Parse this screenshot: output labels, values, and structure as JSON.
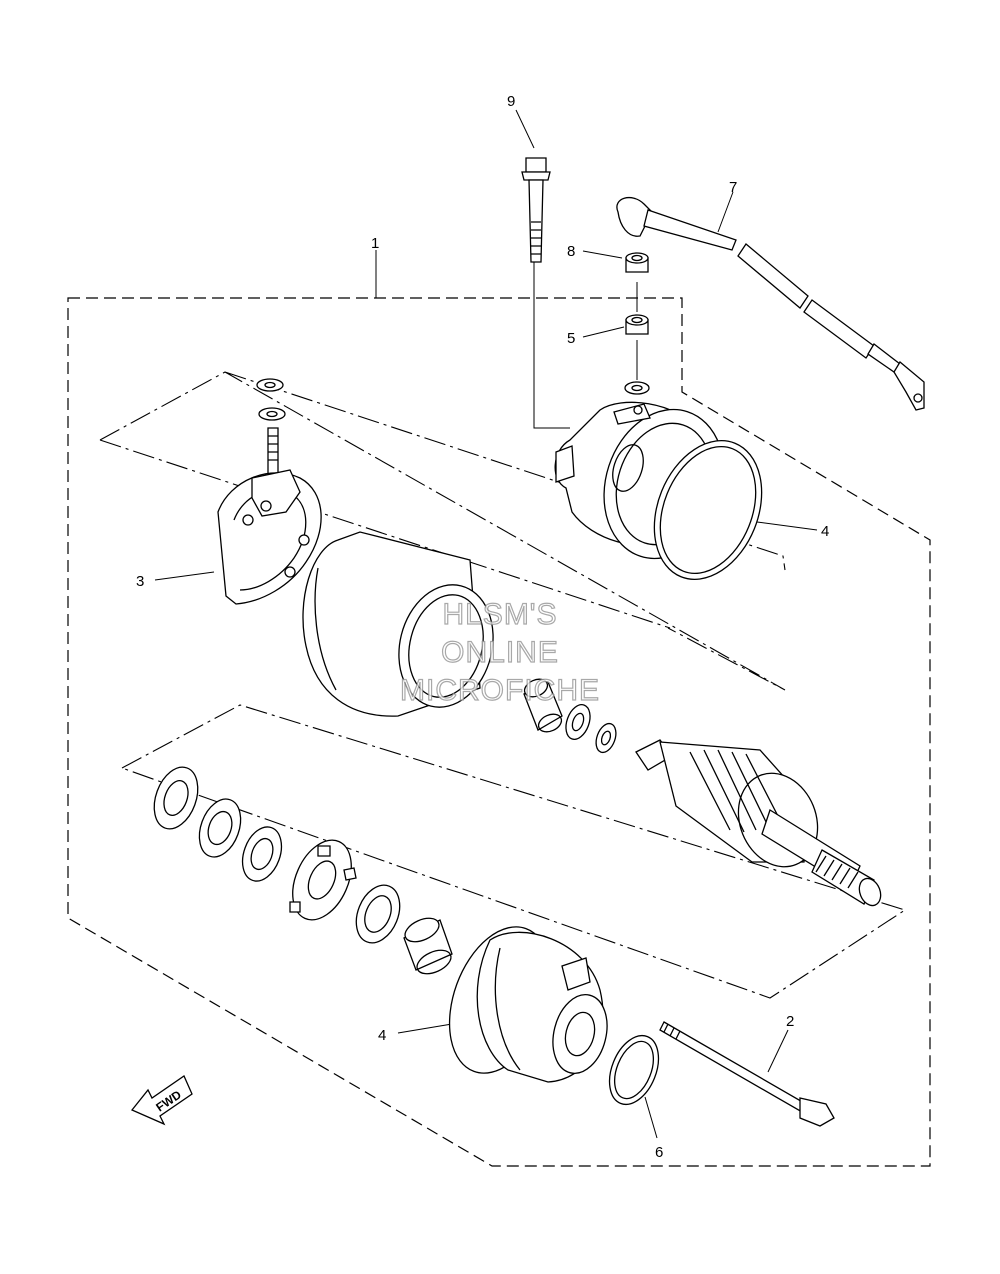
{
  "callouts": {
    "c1": "1",
    "c2": "2",
    "c3": "3",
    "c4a": "4",
    "c4b": "4",
    "c5": "5",
    "c6": "6",
    "c7": "7",
    "c8": "8",
    "c9": "9"
  },
  "fwd_label": "FWD",
  "watermark": [
    "HLSM'S",
    "ONLINE",
    "MICROFICHE"
  ]
}
